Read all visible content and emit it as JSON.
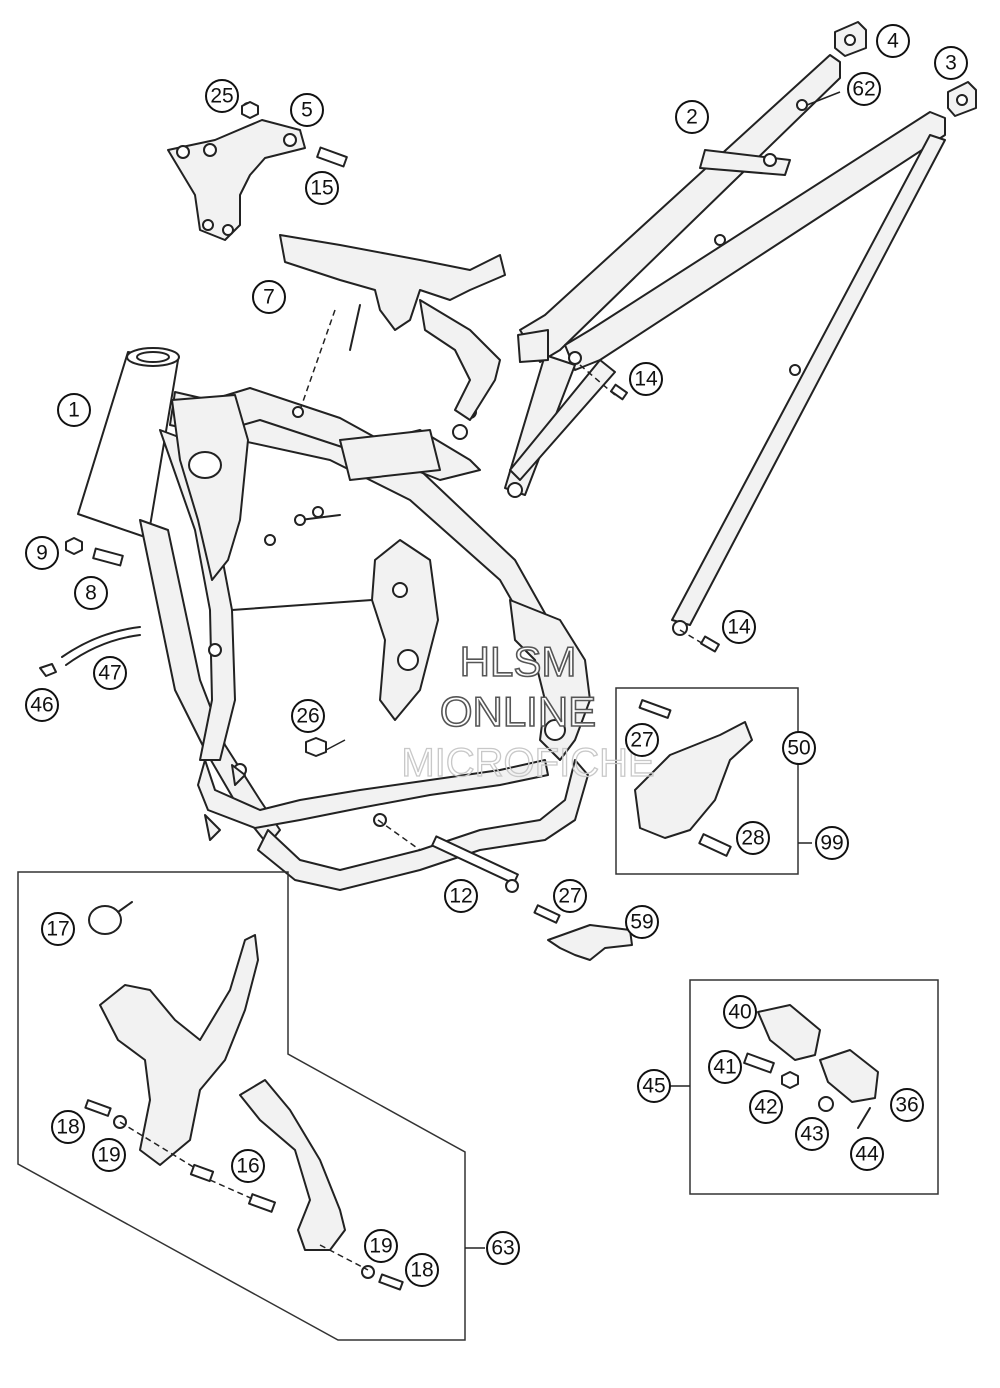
{
  "watermark": {
    "line1": "HLSM",
    "line2": "ONLINE",
    "line3": "MICROFICHE"
  },
  "callouts": {
    "c1": "1",
    "c2": "2",
    "c3": "3",
    "c4": "4",
    "c5": "5",
    "c7": "7",
    "c8": "8",
    "c9": "9",
    "c12": "12",
    "c14a": "14",
    "c14b": "14",
    "c15": "15",
    "c16": "16",
    "c17": "17",
    "c18a": "18",
    "c18b": "18",
    "c19a": "19",
    "c19b": "19",
    "c25": "25",
    "c26": "26",
    "c27a": "27",
    "c27b": "27",
    "c28": "28",
    "c36": "36",
    "c40": "40",
    "c41": "41",
    "c42": "42",
    "c43": "43",
    "c44": "44",
    "c45": "45",
    "c46": "46",
    "c47": "47",
    "c50": "50",
    "c59": "59",
    "c62": "62",
    "c63": "63",
    "c99": "99"
  }
}
